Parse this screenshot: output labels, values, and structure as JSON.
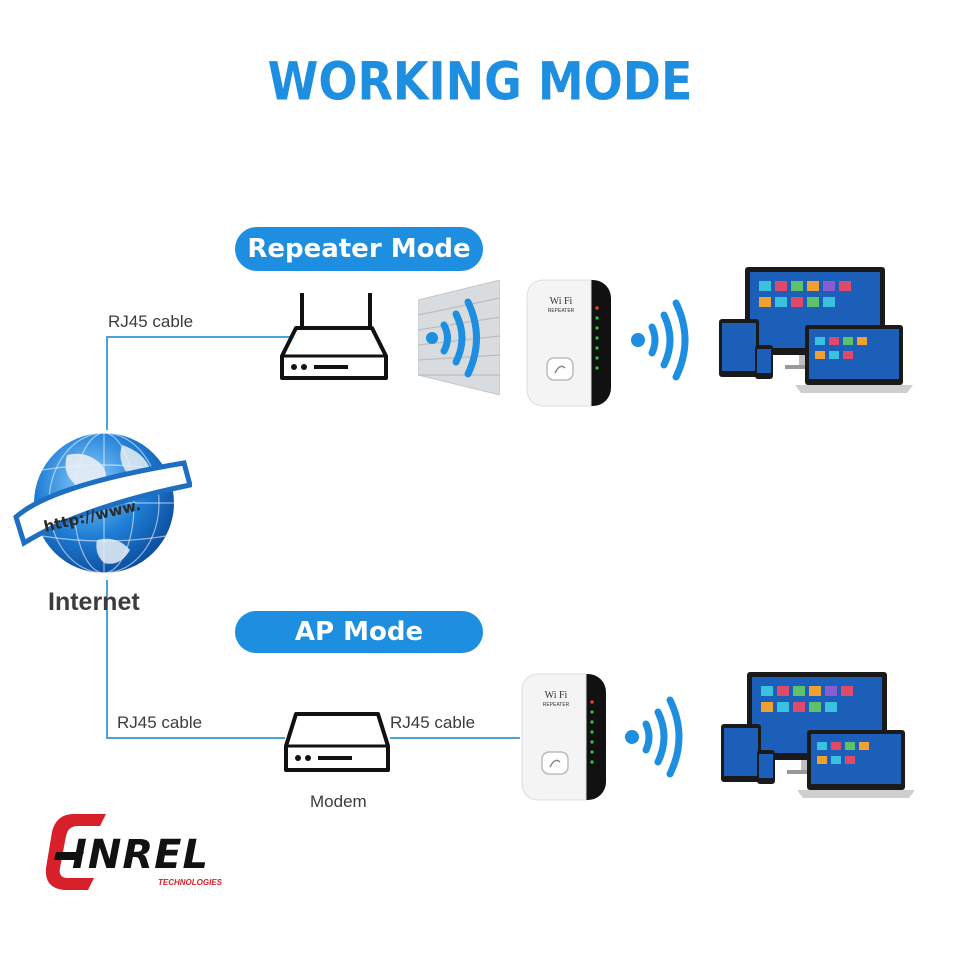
{
  "title": "WORKING MODE",
  "repeater_mode": {
    "label": "Repeater Mode",
    "cable_label": "RJ45 cable"
  },
  "ap_mode": {
    "label": "AP Mode",
    "cable_label_left": "RJ45 cable",
    "cable_label_right": "RJ45 cable",
    "modem_label": "Modem"
  },
  "internet": {
    "label": "Internet",
    "banner_text": "http://www."
  },
  "repeater_device": {
    "brand": "Wi Fi",
    "model": "REPEATER"
  },
  "logo": {
    "name": "INREL",
    "tagline": "TECHNOLOGIES"
  },
  "colors": {
    "accent": "#1e8fe0",
    "wifi_wave": "#1e8fe0",
    "cable": "#4aa3d8",
    "logo_red": "#d8202a"
  },
  "icons": [
    "globe-icon",
    "router-icon",
    "wall-icon",
    "wifi-waves-icon",
    "repeater-icon",
    "devices-icon",
    "modem-icon",
    "inrel-logo-icon"
  ]
}
